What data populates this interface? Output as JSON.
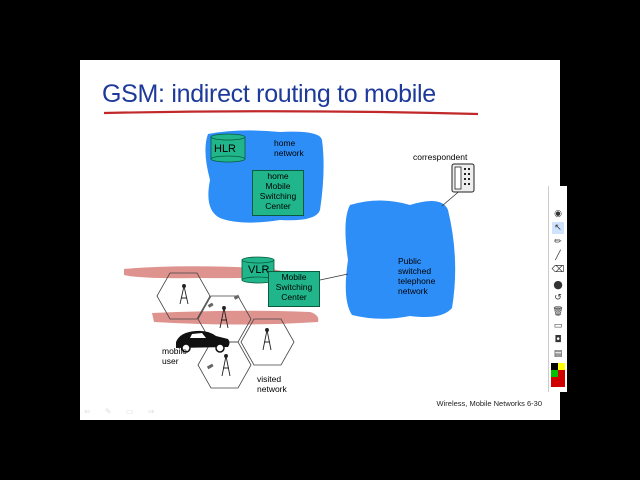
{
  "slide": {
    "title": "GSM: indirect routing to mobile",
    "footer": "Wireless, Mobile Networks   6-30",
    "labels": {
      "home_network": "home\nnetwork",
      "correspondent": "correspondent",
      "pstn": "Public\nswitched\ntelephone\nnetwork",
      "mobile_user": "mobile\nuser",
      "visited_network": "visited\nnetwork"
    },
    "boxes": {
      "hlr": "HLR",
      "home_msc": "home\nMobile\nSwitching\nCenter",
      "vlr": "VLR",
      "visited_msc": "Mobile\nSwitching\nCenter"
    }
  },
  "colors": {
    "cloud": "#2e8ef7",
    "box": "#20b58a",
    "title": "#1d3a9a",
    "underline": "#c0282a",
    "highlight": "#d9807a"
  },
  "toolbar": {
    "icons": [
      "pen-logo-icon",
      "eye-icon",
      "pointer-icon",
      "pencil-icon",
      "line-icon",
      "eraser-icon",
      "dot-icon",
      "undo-icon",
      "trash-icon",
      "monitor-icon",
      "camera-icon",
      "clipboard-icon"
    ],
    "swatches": [
      "#000000",
      "#ffff00",
      "#00c000",
      "#d00000",
      "#d00000"
    ]
  }
}
